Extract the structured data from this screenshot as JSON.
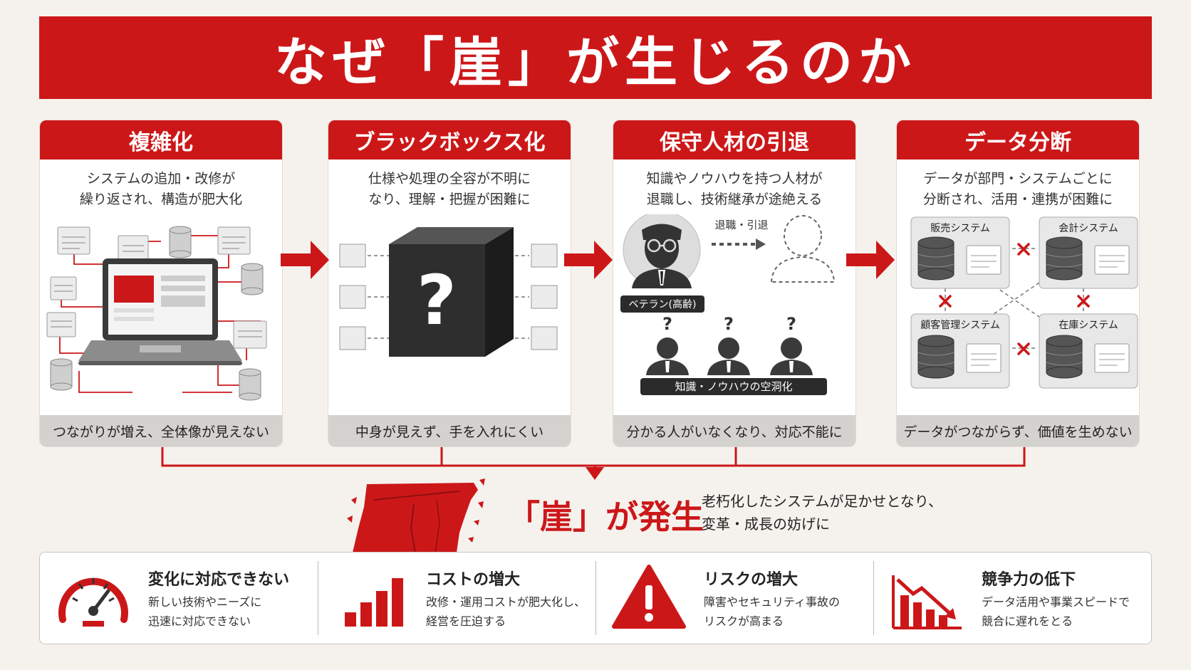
{
  "title": "なぜ「崖」が生じるのか",
  "cards": [
    {
      "heading": "複雑化",
      "desc": [
        "システムの追加・改修が",
        "繰り返され、構造が肥大化"
      ],
      "footer": "つながりが増え、全体像が見えない"
    },
    {
      "heading": "ブラックボックス化",
      "desc": [
        "仕様や処理の全容が不明に",
        "なり、理解・把握が困難に"
      ],
      "footer": "中身が見えず、手を入れにくい",
      "cube_mark": "?"
    },
    {
      "heading": "保守人材の引退",
      "desc": [
        "知識やノウハウを持つ人材が",
        "退職し、技術継承が途絶える"
      ],
      "footer": "分かる人がいなくなり、対応不能に",
      "retire_label": "退職・引退",
      "veteran_label": "ベテラン(高齢)",
      "gap_label": "知識・ノウハウの空洞化",
      "question_mark": "?"
    },
    {
      "heading": "データ分断",
      "desc": [
        "データが部門・システムごとに",
        "分断され、活用・連携が困難に"
      ],
      "footer": "データがつながらず、価値を生めない",
      "systems": [
        "販売システム",
        "会計システム",
        "顧客管理システム",
        "在庫システム"
      ]
    }
  ],
  "cliff": {
    "label": "「崖」が発生",
    "desc": [
      "老朽化したシステムが足かせとなり、",
      "変革・成長の妨げに"
    ]
  },
  "impacts": [
    {
      "title": "変化に対応できない",
      "desc": [
        "新しい技術やニーズに",
        "迅速に対応できない"
      ],
      "icon": "speedometer-icon"
    },
    {
      "title": "コストの増大",
      "desc": [
        "改修・運用コストが肥大化し、",
        "経営を圧迫する"
      ],
      "icon": "bar-chart-icon"
    },
    {
      "title": "リスクの増大",
      "desc": [
        "障害やセキュリティ事故の",
        "リスクが高まる"
      ],
      "icon": "warning-icon"
    },
    {
      "title": "競争力の低下",
      "desc": [
        "データ活用や事業スピードで",
        "競合に遅れをとる"
      ],
      "icon": "decline-chart-icon"
    }
  ],
  "colors": {
    "accent": "#cc1719",
    "dark": "#2b2b2b",
    "gray": "#d4d2cf"
  }
}
